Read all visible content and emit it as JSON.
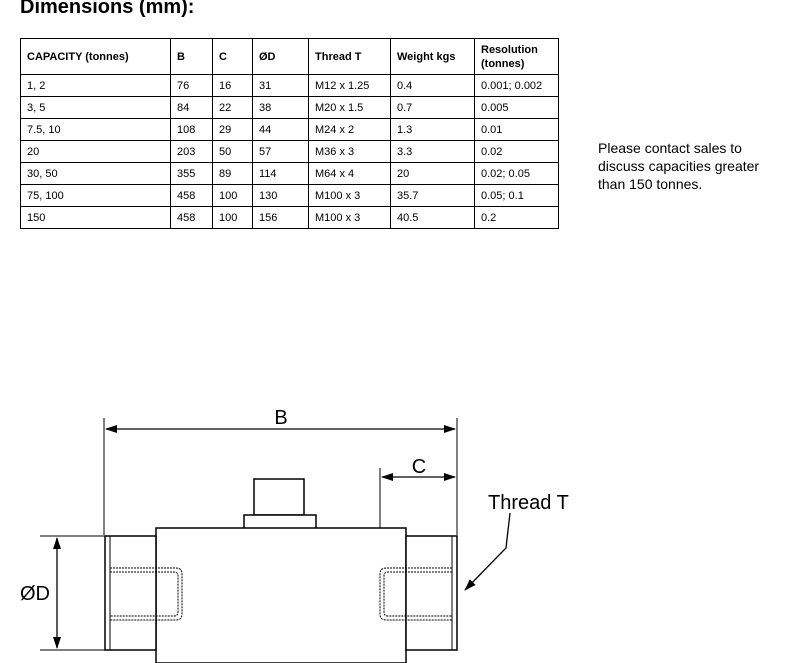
{
  "page": {
    "title": "Dimensions (mm):",
    "note": "Please contact sales to discuss capacities greater than 150 tonnes."
  },
  "table": {
    "headers": [
      "CAPACITY (tonnes)",
      "B",
      "C",
      "ØD",
      "Thread T",
      "Weight kgs",
      "Resolution (tonnes)"
    ],
    "rows": [
      [
        "1, 2",
        "76",
        "16",
        "31",
        "M12 x 1.25",
        "0.4",
        "0.001; 0.002"
      ],
      [
        "3, 5",
        "84",
        "22",
        "38",
        "M20 x 1.5",
        "0.7",
        "0.005"
      ],
      [
        "7.5, 10",
        "108",
        "29",
        "44",
        "M24 x 2",
        "1.3",
        "0.01"
      ],
      [
        "20",
        "203",
        "50",
        "57",
        "M36 x 3",
        "3.3",
        "0.02"
      ],
      [
        "30, 50",
        "355",
        "89",
        "114",
        "M64 x 4",
        "20",
        "0.02; 0.05"
      ],
      [
        "75, 100",
        "458",
        "100",
        "130",
        "M100 x 3",
        "35.7",
        "0.05; 0.1"
      ],
      [
        "150",
        "458",
        "100",
        "156",
        "M100 x 3",
        "40.5",
        "0.2"
      ]
    ]
  },
  "diagram": {
    "label_b": "B",
    "label_c": "C",
    "label_d": "ØD",
    "label_thread": "Thread T"
  }
}
